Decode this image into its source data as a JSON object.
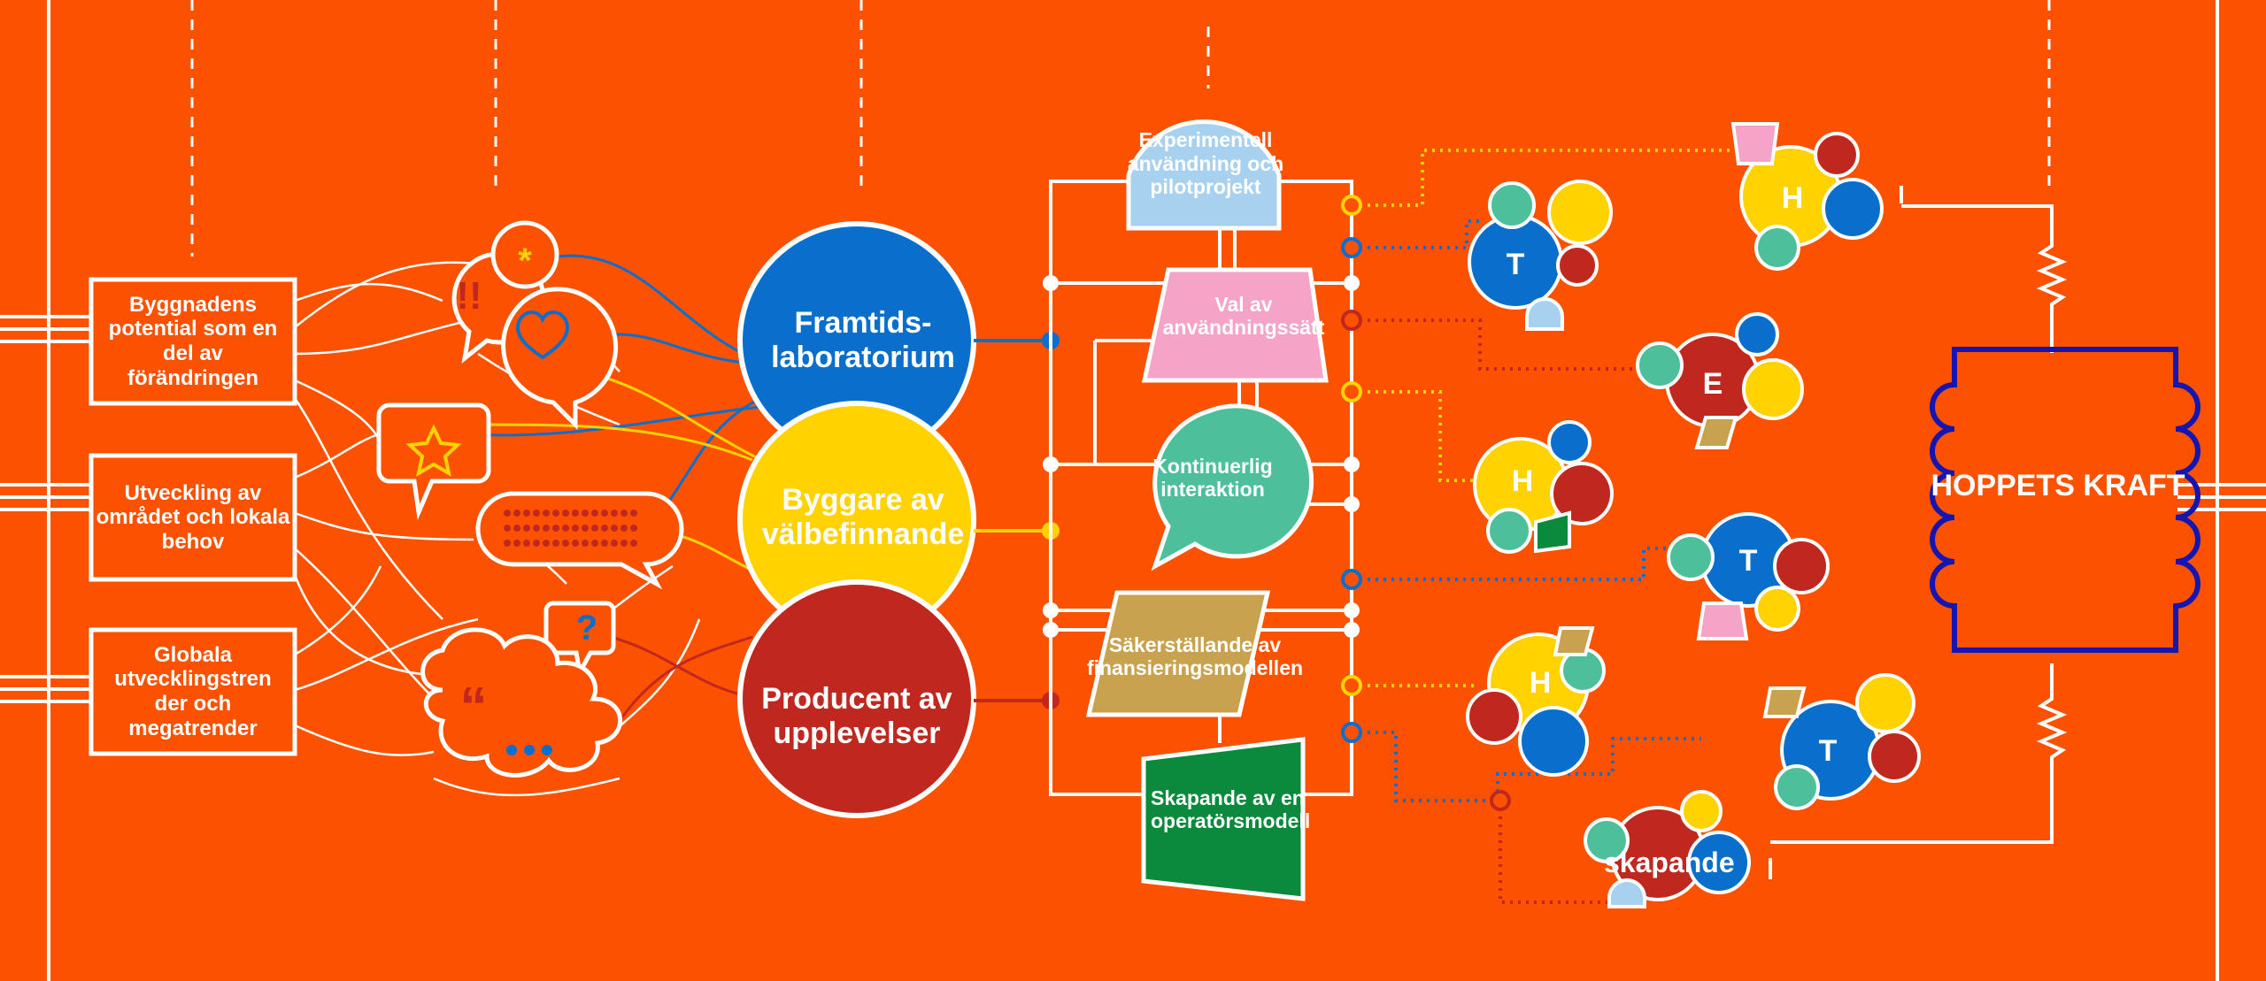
{
  "sources": [
    {
      "label": "Byggnadens potential som en del av förändringen"
    },
    {
      "label": "Utveckling av området och lokala behov"
    },
    {
      "label": "Globala utvecklingstren der och megatrender"
    }
  ],
  "bubbles": {
    "exclaim": "!!",
    "asterisk": "*",
    "question": "?",
    "quote": "“",
    "dots": "•••"
  },
  "roles": [
    {
      "label": "Framtids-laboratorium",
      "color": "#0a6fcc"
    },
    {
      "label": "Byggare av välbefinnande",
      "color": "#ffd200"
    },
    {
      "label": "Producent av upplevelser",
      "color": "#c0281f"
    }
  ],
  "methods": [
    {
      "label": "Experimentell användning och pilotprojekt",
      "color": "#a8d1f0"
    },
    {
      "label": "Val av användningssätt",
      "color": "#f5a3c7"
    },
    {
      "label": "Kontinuerlig interaktion",
      "color": "#4dbf9b"
    },
    {
      "label": "Säkerställande av finansieringsmodellen",
      "color": "#c8a24f"
    },
    {
      "label": "Skapande av en operatörsmodell",
      "color": "#0b8a3e"
    }
  ],
  "clusters": [
    {
      "letter": "T"
    },
    {
      "letter": "H"
    },
    {
      "letter": "E"
    },
    {
      "letter": "H"
    },
    {
      "letter": "T"
    },
    {
      "letter": "H"
    },
    {
      "letter": "T"
    },
    {
      "letter": "skapande"
    }
  ],
  "result": {
    "label": "HOPPETS KRAFT"
  },
  "colors": {
    "background": "#fc5200",
    "blue": "#0a6fcc",
    "yellow": "#ffd200",
    "red": "#c0281f",
    "navy": "#1515b0",
    "white": "#ffffff"
  }
}
